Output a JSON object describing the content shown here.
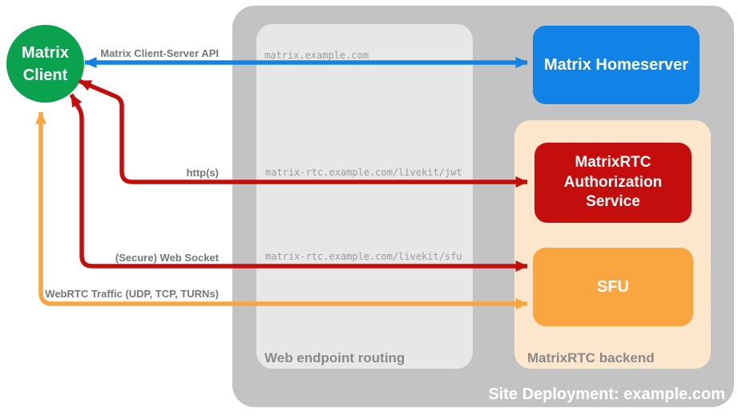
{
  "title": "MatrixRTC site deployment diagram",
  "colors": {
    "client_green": "#0AA14F",
    "homeserver_blue": "#1283E6",
    "auth_red": "#C40E0E",
    "sfu_orange": "#FAA640",
    "backend_peach": "#FCE6CC",
    "site_container_gray": "#C3C3C4",
    "routing_box_gray": "#E7E7E8",
    "edge_label_gray": "#767676",
    "url_gray": "#9C9C9C",
    "container_label_gray": "#8A8A8A"
  },
  "nodes": {
    "client": {
      "label": "Matrix Client"
    },
    "homeserver": {
      "label": "Matrix Homeserver"
    },
    "auth_service": {
      "label": "MatrixRTC Authorization Service"
    },
    "sfu": {
      "label": "SFU"
    }
  },
  "containers": {
    "site_deployment": {
      "label": "Site Deployment: example.com"
    },
    "web_endpoint_routing": {
      "label": "Web endpoint routing"
    },
    "matrixrtc_backend": {
      "label": "MatrixRTC backend"
    }
  },
  "endpoints": [
    {
      "url": "matrix.example.com"
    },
    {
      "url": "matrix-rtc.example.com/livekit/jwt"
    },
    {
      "url": "matrix-rtc.example.com/livekit/sfu"
    }
  ],
  "edges": [
    {
      "label": "Matrix Client-Server API",
      "color": "#1283E6",
      "from": "Matrix Client",
      "to": "Matrix Homeserver",
      "style": "bidirectional"
    },
    {
      "label": "http(s)",
      "color": "#C40E0E",
      "from": "Matrix Client",
      "to": "MatrixRTC Authorization Service",
      "style": "bidirectional"
    },
    {
      "label": "(Secure) Web Socket",
      "color": "#C40E0E",
      "from": "Matrix Client",
      "to": "SFU",
      "style": "bidirectional"
    },
    {
      "label": "WebRTC Traffic (UDP, TCP, TURNs)",
      "color": "#FAA640",
      "from": "Matrix Client",
      "to": "SFU",
      "style": "bidirectional"
    }
  ]
}
